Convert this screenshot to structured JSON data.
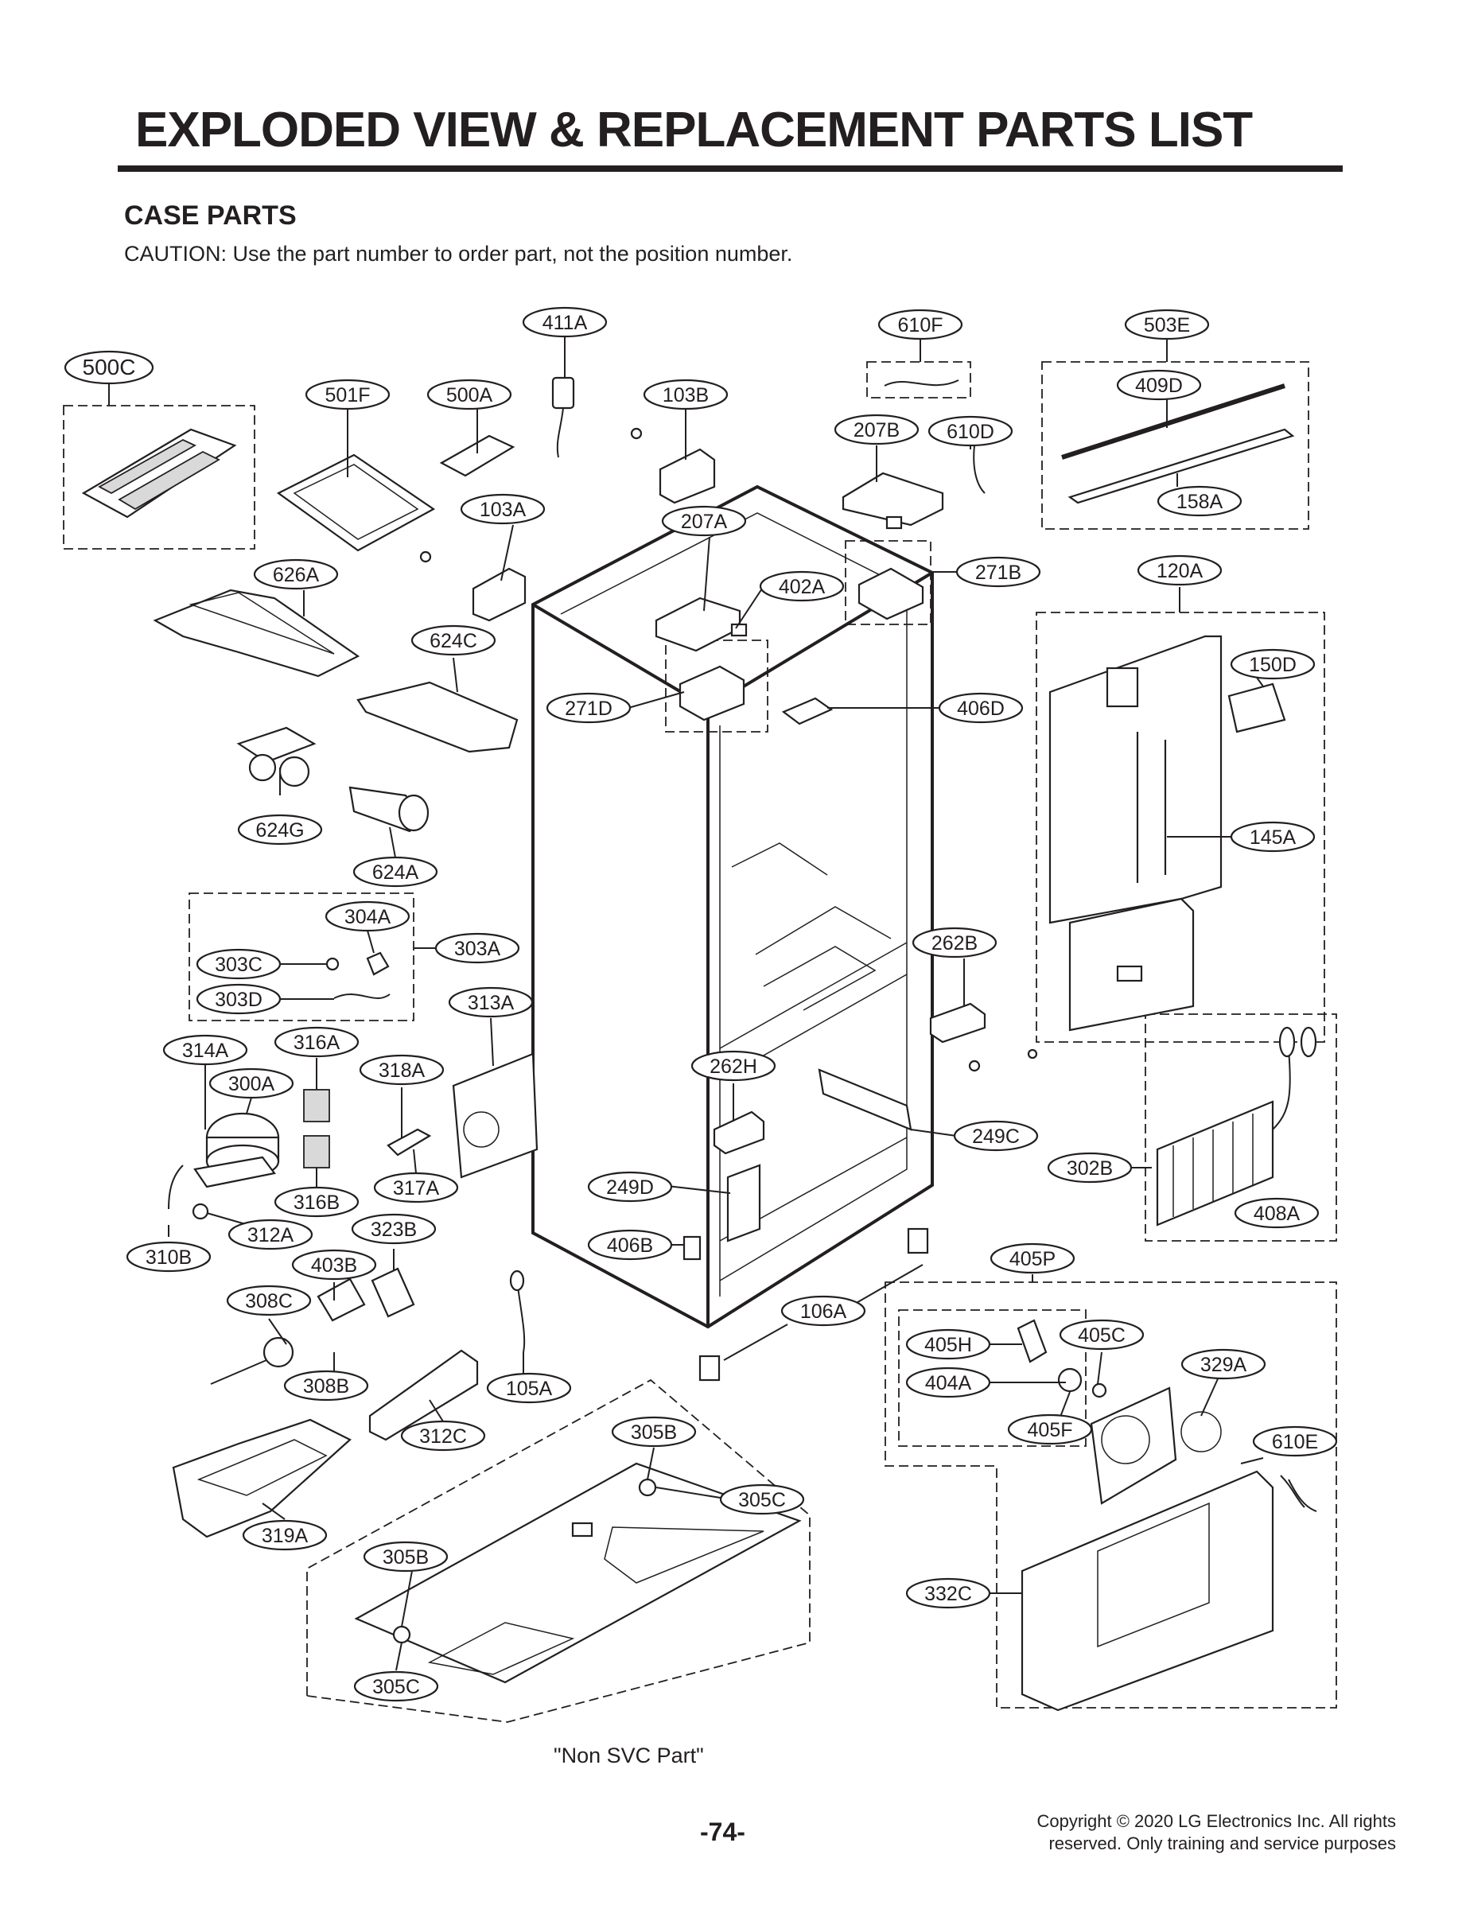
{
  "header": {
    "title": "EXPLODED VIEW & REPLACEMENT PARTS LIST",
    "section": "CASE PARTS",
    "caution": "CAUTION: Use the part number to order part, not the position number."
  },
  "callouts": [
    "411A",
    "610F",
    "503E",
    "500C",
    "501F",
    "500A",
    "103B",
    "409D",
    "207B",
    "610D",
    "103A",
    "207A",
    "158A",
    "626A",
    "402A",
    "271B",
    "120A",
    "624C",
    "150D",
    "271D",
    "406D",
    "624G",
    "145A",
    "624A",
    "304A",
    "303A",
    "262B",
    "303C",
    "303D",
    "313A",
    "314A",
    "316A",
    "262H",
    "300A",
    "318A",
    "249C",
    "302B",
    "317A",
    "249D",
    "316B",
    "408A",
    "312A",
    "323B",
    "406B",
    "310B",
    "403B",
    "405P",
    "308C",
    "106A",
    "405H",
    "405C",
    "329A",
    "308B",
    "105A",
    "404A",
    "312C",
    "405F",
    "305B",
    "610E",
    "305C",
    "319A",
    "305B",
    "332C",
    "305C"
  ],
  "non_svc_note": "\"Non SVC Part\"",
  "footer": {
    "page_number": "-74-",
    "copyright_line1": "Copyright © 2020 LG Electronics Inc. All rights",
    "copyright_line2": "reserved. Only training and service purposes"
  }
}
